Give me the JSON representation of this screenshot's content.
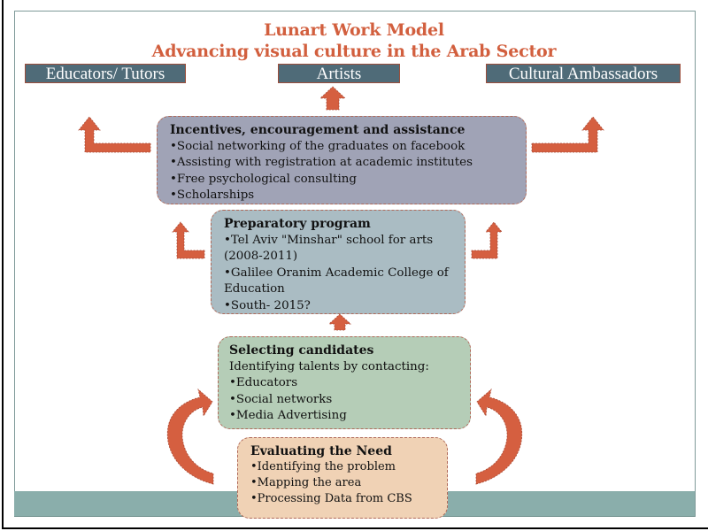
{
  "title": {
    "line1": "Lunart Work Model",
    "line2": "Advancing visual culture in the Arab Sector"
  },
  "outcomes": [
    {
      "label": "Educators/ Tutors"
    },
    {
      "label": "Artists"
    },
    {
      "label": "Cultural Ambassadors"
    }
  ],
  "stages": {
    "incentives": {
      "heading": "Incentives, encouragement and assistance",
      "items": [
        "•Social networking of the graduates on facebook",
        "•Assisting with registration at academic institutes",
        "•Free psychological consulting",
        "•Scholarships"
      ]
    },
    "preparatory": {
      "heading": "Preparatory program",
      "lines": [
        "•Tel Aviv \"Minshar\" school for arts",
        "(2008-2011)",
        "•Galilee Oranim Academic College of",
        "Education",
        "•South- 2015?"
      ]
    },
    "selecting": {
      "heading": "Selecting candidates",
      "subheading": "Identifying talents by contacting:",
      "items": [
        "•Educators",
        "•Social networks",
        "•Media Advertising"
      ]
    },
    "evaluating": {
      "heading": "Evaluating  the Need",
      "items": [
        "•Identifying the problem",
        "•Mapping the area",
        "•Processing Data  from CBS"
      ]
    }
  },
  "colors": {
    "accent": "#d25f3e",
    "arrow": "#d55f40",
    "outcome_fill": "#4f6b78",
    "incentives_fill": "#a0a3b6",
    "preparatory_fill": "#aabcc3",
    "selecting_fill": "#b5cdb7",
    "evaluating_fill": "#f0d2b5",
    "footer_band": "#8aaeab"
  }
}
